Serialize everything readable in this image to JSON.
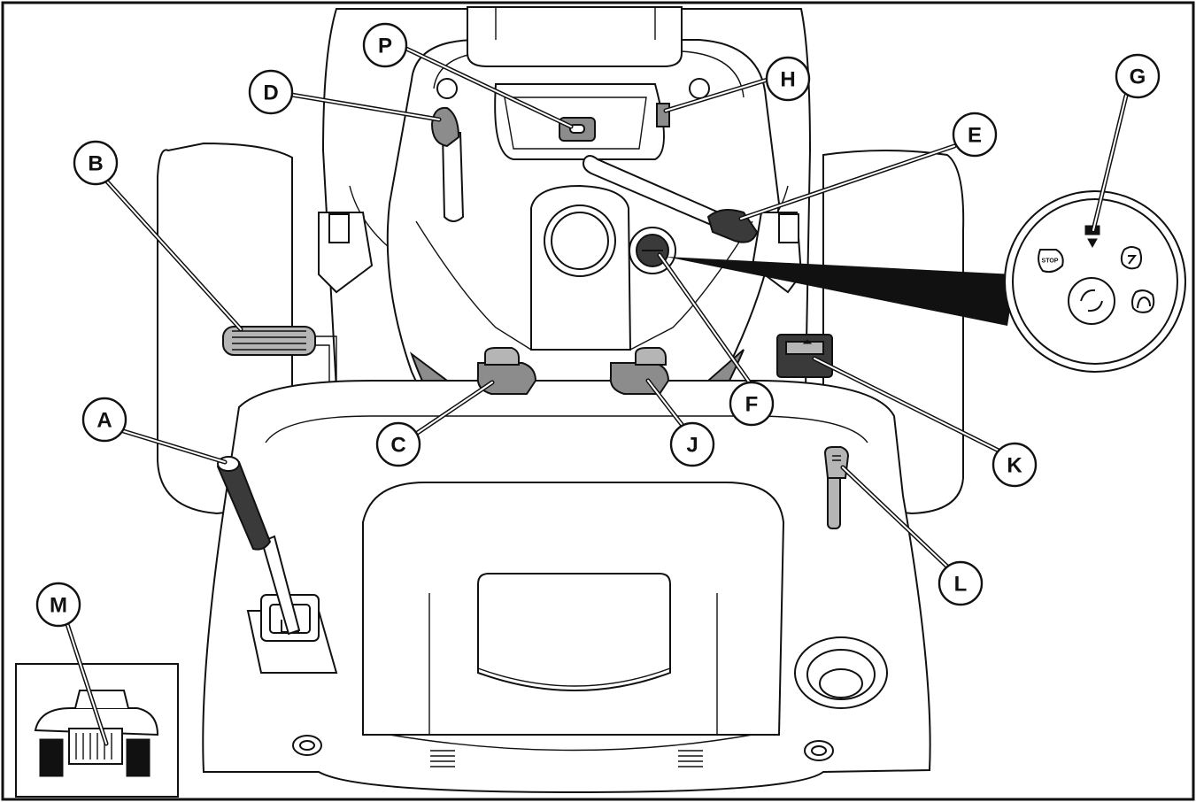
{
  "callouts": [
    {
      "id": "P",
      "label": "P"
    },
    {
      "id": "D",
      "label": "D"
    },
    {
      "id": "H",
      "label": "H"
    },
    {
      "id": "G",
      "label": "G"
    },
    {
      "id": "E",
      "label": "E"
    },
    {
      "id": "B",
      "label": "B"
    },
    {
      "id": "F",
      "label": "F"
    },
    {
      "id": "C",
      "label": "C"
    },
    {
      "id": "J",
      "label": "J"
    },
    {
      "id": "A",
      "label": "A"
    },
    {
      "id": "K",
      "label": "K"
    },
    {
      "id": "L",
      "label": "L"
    },
    {
      "id": "M",
      "label": "M"
    }
  ],
  "ignition_switch_detail": {
    "stop_label": "STOP",
    "icons": [
      "stop-icon",
      "mower-blade-icon",
      "choke-icon",
      "start-icon",
      "key-icon"
    ]
  },
  "colors": {
    "line": "#111111",
    "fill": "#ffffff",
    "dark_grey": "#3a3a3a",
    "mid_grey": "#8c8c8c",
    "light_grey": "#b5b5b5"
  }
}
